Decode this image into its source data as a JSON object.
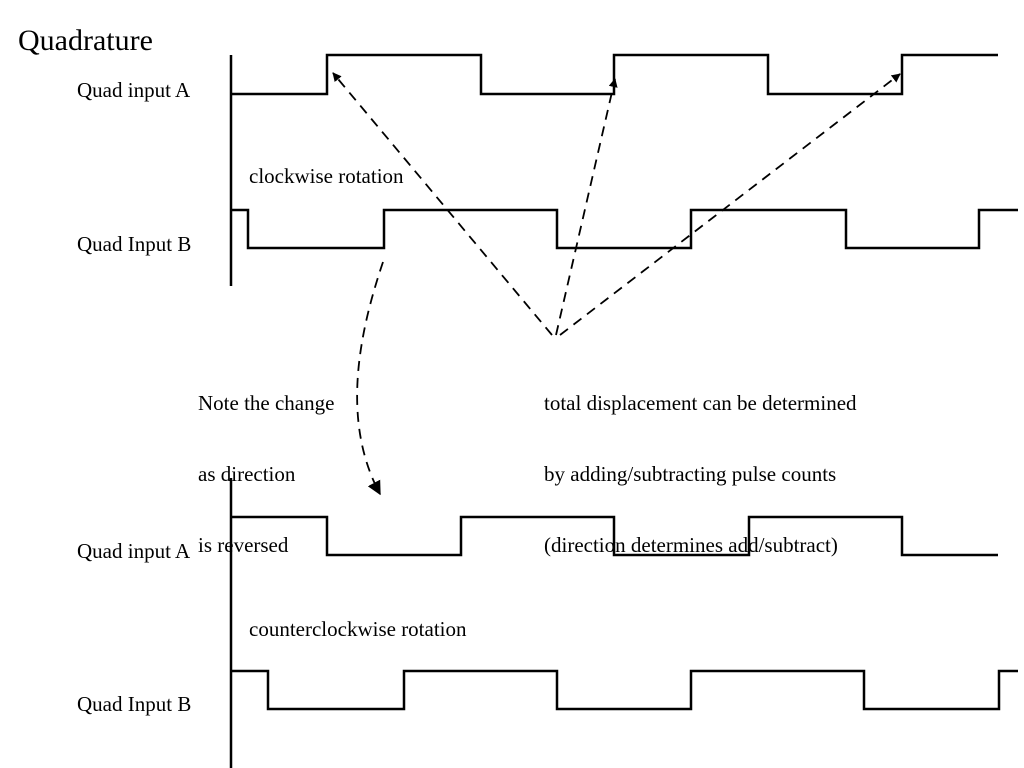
{
  "title": "Quadrature",
  "clockwise": {
    "caption": "clockwise rotation",
    "signal_a_label": "Quad input A",
    "signal_b_label": "Quad Input B"
  },
  "counterclockwise": {
    "caption": "counterclockwise rotation",
    "signal_a_label": "Quad input A",
    "signal_b_label": "Quad Input B"
  },
  "notes": {
    "direction_change": [
      "Note the change",
      "as direction",
      "is reversed"
    ],
    "displacement": [
      "total displacement can be determined",
      "by adding/subtracting pulse counts",
      "(direction determines add/subtract)"
    ]
  }
}
